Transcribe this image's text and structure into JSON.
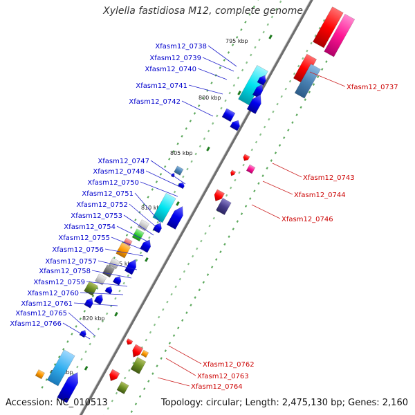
{
  "title": "Xylella fastidiosa M12, complete genome",
  "footer": {
    "accession": "Accession: NC_010513",
    "summary": "Topology: circular; Length: 2,475,130 bp; Genes: 2,160"
  },
  "colors": {
    "forward_label": "#0000cc",
    "reverse_label": "#cc0000",
    "backbone": "#7a7a7a",
    "tick": "#2e8b2e"
  },
  "ticks": [
    "795 kbp",
    "800 kbp",
    "805 kbp",
    "810 kbp",
    "815 kbp",
    "820 kbp",
    "825 kbp"
  ],
  "forward_genes": [
    "Xfasm12_0738",
    "Xfasm12_0739",
    "Xfasm12_0740",
    "Xfasm12_0741",
    "Xfasm12_0742",
    "Xfasm12_0747",
    "Xfasm12_0748",
    "Xfasm12_0750",
    "Xfasm12_0751",
    "Xfasm12_0752",
    "Xfasm12_0753",
    "Xfasm12_0754",
    "Xfasm12_0755",
    "Xfasm12_0756",
    "Xfasm12_0757",
    "Xfasm12_0758",
    "Xfasm12_0759",
    "Xfasm12_0760",
    "Xfasm12_0761",
    "Xfasm12_0765",
    "Xfasm12_0766"
  ],
  "reverse_genes": [
    "Xfasm12_0737",
    "Xfasm12_0743",
    "Xfasm12_0744",
    "Xfasm12_0746",
    "Xfasm12_0762",
    "Xfasm12_0763",
    "Xfasm12_0764"
  ]
}
